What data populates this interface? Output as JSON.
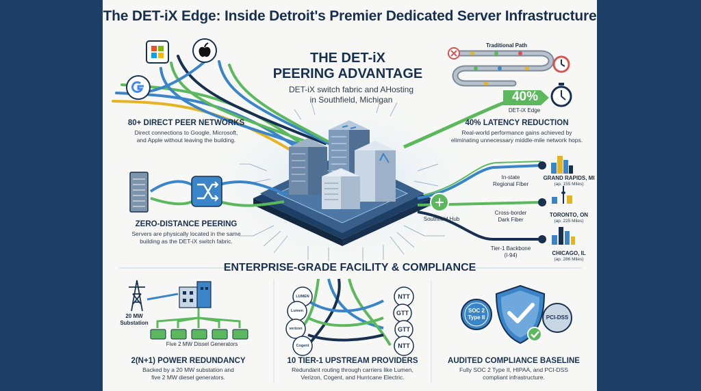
{
  "title": "The DET-iX Edge: Inside Detroit's Premier Dedicated Server Infrastructure",
  "advantage": {
    "heading_line1": "THE DET-iX",
    "heading_line2": "PEERING ADVANTAGE",
    "subtitle_line1": "DET-iX switch fabric and AHosting",
    "subtitle_line2": "in Southfield, Michigan"
  },
  "peer_networks": {
    "heading": "80+ DIRECT PEER NETWORKS",
    "desc_line1": "Direct connections to Google, Microsoft,",
    "desc_line2": "and Apple without leaving the building."
  },
  "zero_distance": {
    "heading": "ZERO-DISTANCE PEERING",
    "desc_line1": "Servers are physically located in the same",
    "desc_line2": "building as the DET-iX switch fabric."
  },
  "latency": {
    "traditional_label": "Traditional Path",
    "percent": "40%",
    "edge_label": "DET-iX Edge",
    "heading": "40% LATENCY REDUCTION",
    "desc_line1": "Real-world performance gains achieved by",
    "desc_line2": "eliminating unnecessary middle-mile network hops."
  },
  "routes": {
    "hub_label": "Southfield Hub",
    "regional_line1": "In-state",
    "regional_line2": "Regional Fiber",
    "dark_line1": "Cross-border",
    "dark_line2": "Dark Fiber",
    "backbone_line1": "Tier-1 Backbone",
    "backbone_line2": "(I-94)",
    "cities": [
      {
        "name": "GRAND RAPIDS, MI",
        "dist": "(ap. 155 Miles)"
      },
      {
        "name": "TORONTO, ON",
        "dist": "(ap. 225 Miles)"
      },
      {
        "name": "CHICAGO, IL",
        "dist": "(ap. 286 Miles)"
      }
    ]
  },
  "facility_title": "ENTERPRISE-GRADE FACILITY & COMPLIANCE",
  "power": {
    "substation_line1": "20 MW",
    "substation_line2": "Substation",
    "generators_label": "Five 2 MW Dissel Generators",
    "heading": "2(N+1) POWER REDUNDANCY",
    "desc_line1": "Backed by a 20 MW substation and",
    "desc_line2": "five 2 MW diesel generators."
  },
  "upstream": {
    "carriers_left": [
      "LUMEN",
      "Lumen",
      "verizon",
      "Cogent"
    ],
    "carriers_right": [
      "NTT",
      "GTT",
      "GTT",
      "NTT"
    ],
    "heading": "10 TIER-1 UPSTREAM PROVIDERS",
    "desc_line1": "Redundant routing through carriers like Lumen,",
    "desc_line2": "Verizon, Cogent, and Hurricane Electric."
  },
  "compliance": {
    "soc_line1": "SOC 2",
    "soc_line2": "Type II",
    "pci": "PCI-DSS",
    "heading": "AUDITED COMPLIANCE BASELINE",
    "desc_line1": "Fully SOC 2 Type II, HIPAA, and PCI-DSS",
    "desc_line2": "compliant infrastructure."
  },
  "colors": {
    "navy": "#18304f",
    "blue": "#3a84c9",
    "green": "#5cb85c",
    "yellow": "#e6b422",
    "background": "#1d3f66"
  }
}
